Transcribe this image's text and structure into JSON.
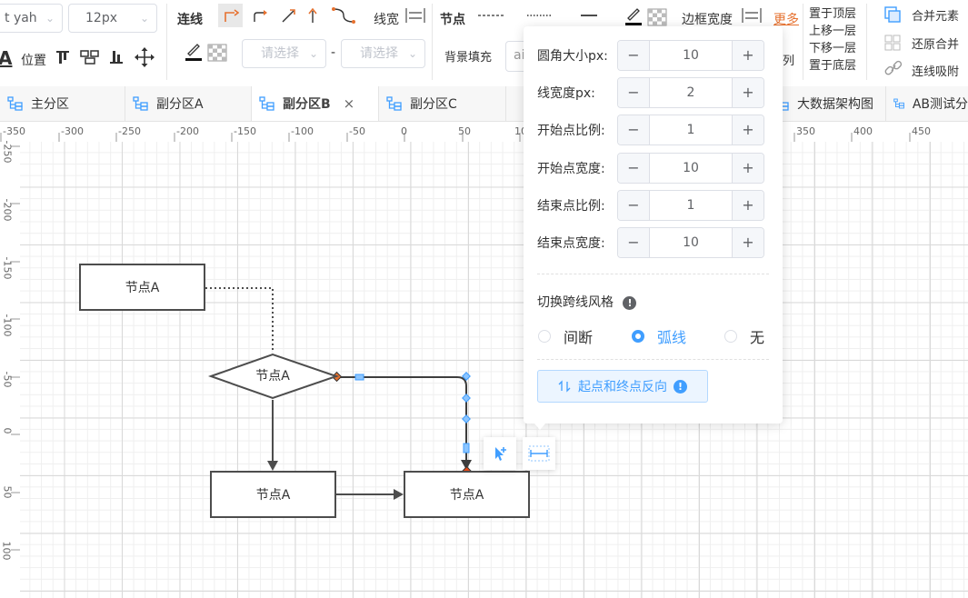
{
  "colors": {
    "accent": "#409eff",
    "more": "#e6712f",
    "edge": "#4d4d4d",
    "selected_edge": "#3d3d3d"
  },
  "toolbar": {
    "font_select": "t yah",
    "size_select": "12px",
    "position_label": "位置",
    "connector_label": "连线",
    "line_width_label": "线宽",
    "node_label": "节点",
    "border_width_label": "边框宽度",
    "more_label": "更多",
    "bg_fill_label": "背景填充",
    "bg_fill_input": "ai",
    "placeholder_1": "请选择",
    "placeholder_2": "请选择",
    "dash_between": "-",
    "layer": [
      "置于顶层",
      "上移一层",
      "下移一层",
      "置于底层"
    ],
    "merge": "合并元素",
    "unmerge": "还原合并",
    "snap": "连线吸附",
    "partial_label": "列",
    "bold_a": "A"
  },
  "tabs": [
    {
      "label": "主分区",
      "active": false
    },
    {
      "label": "副分区A",
      "active": false
    },
    {
      "label": "副分区B",
      "active": true,
      "close": "×"
    },
    {
      "label": "副分区C",
      "active": false
    },
    {
      "label": "大数据架构图",
      "active": false
    },
    {
      "label": "AB测试分",
      "active": false
    }
  ],
  "ruler": {
    "h": [
      "-350",
      "-300",
      "-250",
      "-200",
      "-150",
      "-100",
      "-50",
      "0",
      "50",
      "10",
      "350",
      "400",
      "450"
    ],
    "v": [
      "-250",
      "-200",
      "-150",
      "-100",
      "-50",
      "0",
      "50",
      "100"
    ]
  },
  "canvas": {
    "nodes": {
      "top_left": "节点A",
      "diamond": "节点A",
      "bottom_left": "节点A",
      "bottom_right": "节点A"
    }
  },
  "panel": {
    "rows": [
      {
        "label": "圆角大小px:",
        "value": "10"
      },
      {
        "label": "线宽度px:",
        "value": "2"
      },
      {
        "label": "开始点比例:",
        "value": "1"
      },
      {
        "label": "开始点宽度:",
        "value": "10"
      },
      {
        "label": "结束点比例:",
        "value": "1"
      },
      {
        "label": "结束点宽度:",
        "value": "10"
      }
    ],
    "minus": "−",
    "plus": "+",
    "cross_style_label": "切换跨线风格",
    "radios": [
      {
        "label": "间断",
        "selected": false
      },
      {
        "label": "弧线",
        "selected": true
      },
      {
        "label": "无",
        "selected": false
      }
    ],
    "reverse_label": "起点和终点反向",
    "info_mark": "!"
  }
}
